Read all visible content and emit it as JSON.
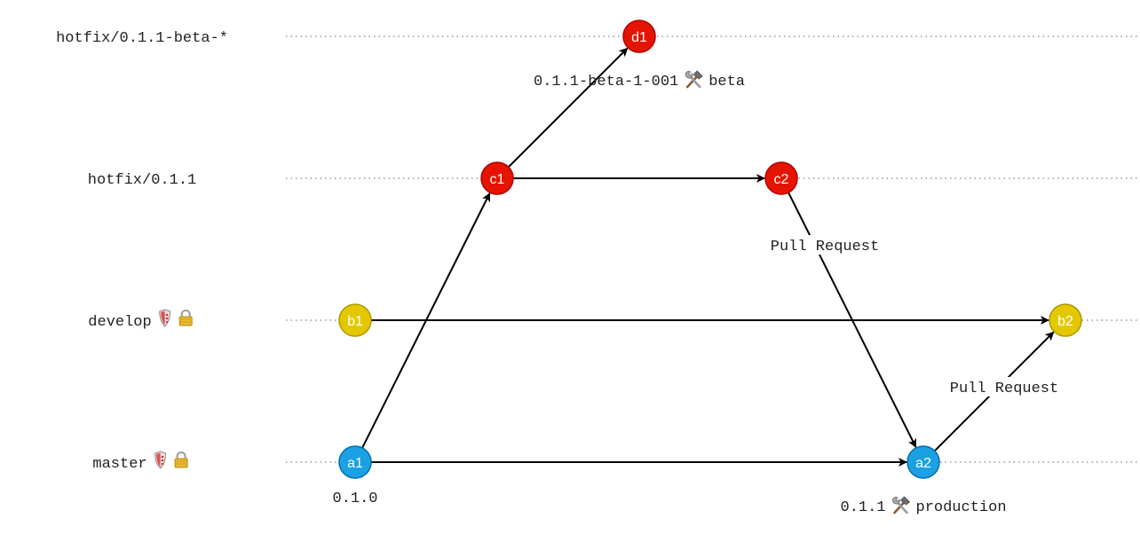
{
  "colors": {
    "red_fill": "#e51400",
    "red_stroke": "#b20000",
    "blue_fill": "#1ba1e2",
    "blue_stroke": "#006eaf",
    "yellow_fill": "#e3c800",
    "yellow_stroke": "#b09500"
  },
  "lanes": [
    {
      "id": "hotfix-beta",
      "label": "hotfix/0.1.1-beta-*",
      "icons": []
    },
    {
      "id": "hotfix",
      "label": "hotfix/0.1.1",
      "icons": []
    },
    {
      "id": "develop",
      "label": "develop",
      "icons": [
        "shield-icon",
        "lock-icon"
      ]
    },
    {
      "id": "master",
      "label": "master",
      "icons": [
        "shield-icon",
        "lock-icon"
      ]
    }
  ],
  "nodes": [
    {
      "id": "d1",
      "label": "d1",
      "color": "red"
    },
    {
      "id": "c1",
      "label": "c1",
      "color": "red"
    },
    {
      "id": "c2",
      "label": "c2",
      "color": "red"
    },
    {
      "id": "b1",
      "label": "b1",
      "color": "yellow"
    },
    {
      "id": "b2",
      "label": "b2",
      "color": "yellow"
    },
    {
      "id": "a1",
      "label": "a1",
      "color": "blue"
    },
    {
      "id": "a2",
      "label": "a2",
      "color": "blue"
    }
  ],
  "edges": [
    {
      "from": "c1",
      "to": "d1"
    },
    {
      "from": "c1",
      "to": "c2"
    },
    {
      "from": "a1",
      "to": "c1"
    },
    {
      "from": "b1",
      "to": "b2"
    },
    {
      "from": "a1",
      "to": "a2"
    },
    {
      "from": "c2",
      "to": "a2",
      "label": "Pull Request"
    },
    {
      "from": "a2",
      "to": "b2",
      "label": "Pull Request"
    }
  ],
  "tags": {
    "d1": {
      "before": "0.1.1-beta-1-001",
      "icon": "tools-icon",
      "after": "beta"
    },
    "a1": {
      "before": "0.1.0"
    },
    "a2": {
      "before": "0.1.1",
      "icon": "tools-icon",
      "after": "production"
    }
  }
}
